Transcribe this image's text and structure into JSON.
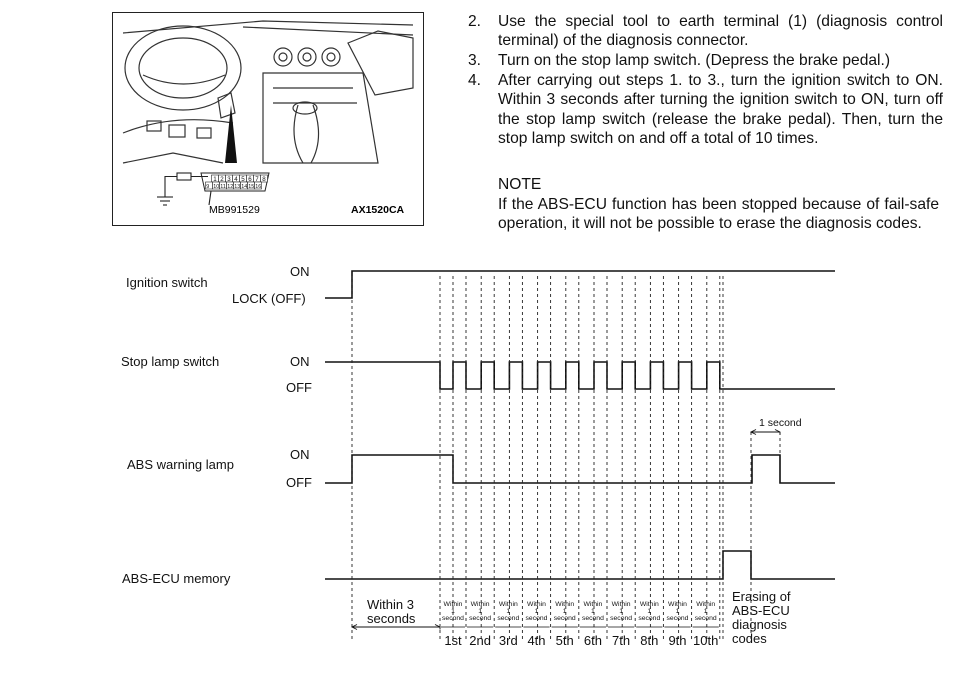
{
  "figure": {
    "tool_label": "MB991529",
    "figure_code": "AX1520CA",
    "pins_top": [
      "1",
      "2",
      "3",
      "4",
      "5",
      "6",
      "7",
      "8"
    ],
    "pins_bottom": [
      "9",
      "10",
      "11",
      "12",
      "13",
      "14",
      "15",
      "16"
    ]
  },
  "steps": [
    {
      "num": "2.",
      "text": "Use the special tool to earth terminal (1) (diagnosis control terminal) of the diagnosis connector."
    },
    {
      "num": "3.",
      "text": "Turn on the stop lamp switch. (Depress the brake pedal.)"
    },
    {
      "num": "4.",
      "text": "After carrying out steps 1. to 3., turn the ignition switch to ON. Within 3 seconds after turning the ignition switch to ON, turn off the stop lamp switch (release the brake pedal). Then, turn the stop lamp switch on and off a total of 10 times."
    }
  ],
  "note": {
    "label": "NOTE",
    "text": "If the ABS-ECU function has been stopped because of fail-safe operation, it will not be possible to erase the diagnosis codes."
  },
  "timing": {
    "signals": [
      {
        "name": "Ignition switch",
        "high_label": "ON",
        "low_label": "LOCK (OFF)"
      },
      {
        "name": "Stop lamp switch",
        "high_label": "ON",
        "low_label": "OFF"
      },
      {
        "name": "ABS warning lamp",
        "high_label": "ON",
        "low_label": "OFF"
      },
      {
        "name": "ABS-ECU memory",
        "high_label": "",
        "low_label": ""
      }
    ],
    "one_second_label": "1 second",
    "within3_label": [
      "Within 3",
      "seconds"
    ],
    "within1_label": [
      "Within",
      "1",
      "second"
    ],
    "counts": [
      "1st",
      "2nd",
      "3rd",
      "4th",
      "5th",
      "6th",
      "7th",
      "8th",
      "9th",
      "10th"
    ],
    "erasing_label": [
      "Erasing of",
      "ABS-ECU",
      "diagnosis",
      "codes"
    ]
  }
}
